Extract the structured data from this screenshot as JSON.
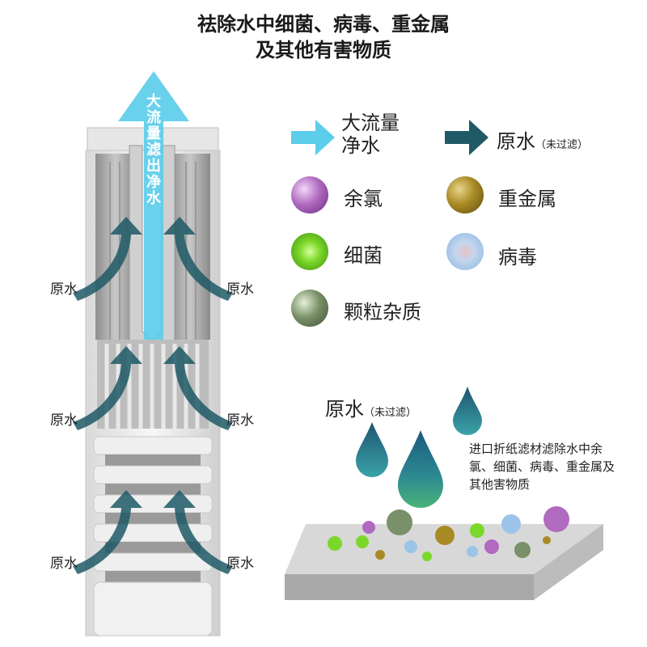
{
  "title": {
    "line1": "祛除水中细菌、病毒、重金属",
    "line2": "及其他有害物质"
  },
  "filter": {
    "vertical_text": [
      "大",
      "流",
      "量",
      "滤",
      "出",
      "净",
      "水"
    ],
    "raw_labels": [
      "原水",
      "原水",
      "原水",
      "原水",
      "原水",
      "原水"
    ]
  },
  "legend": {
    "clean_water_line1": "大流量",
    "clean_water_line2": "净水",
    "raw_water": "原水",
    "raw_water_note": "（未过滤）",
    "items": [
      {
        "label": "余氯",
        "color": "#b06ac0"
      },
      {
        "label": "重金属",
        "color": "#a88a25"
      },
      {
        "label": "细菌",
        "color": "#7bd82a"
      },
      {
        "label": "病毒",
        "color": "#9cc4e8"
      },
      {
        "label": "颗粒杂质",
        "color": "#7a9068"
      }
    ]
  },
  "process": {
    "raw_label": "原水",
    "raw_note": "（未过滤）",
    "description": "进口折纸滤材滤除水中余氯、细菌、病毒、重金属及其他害物质"
  },
  "colors": {
    "clean_arrow": "#5ccdea",
    "raw_arrow": "#1f5a66"
  }
}
